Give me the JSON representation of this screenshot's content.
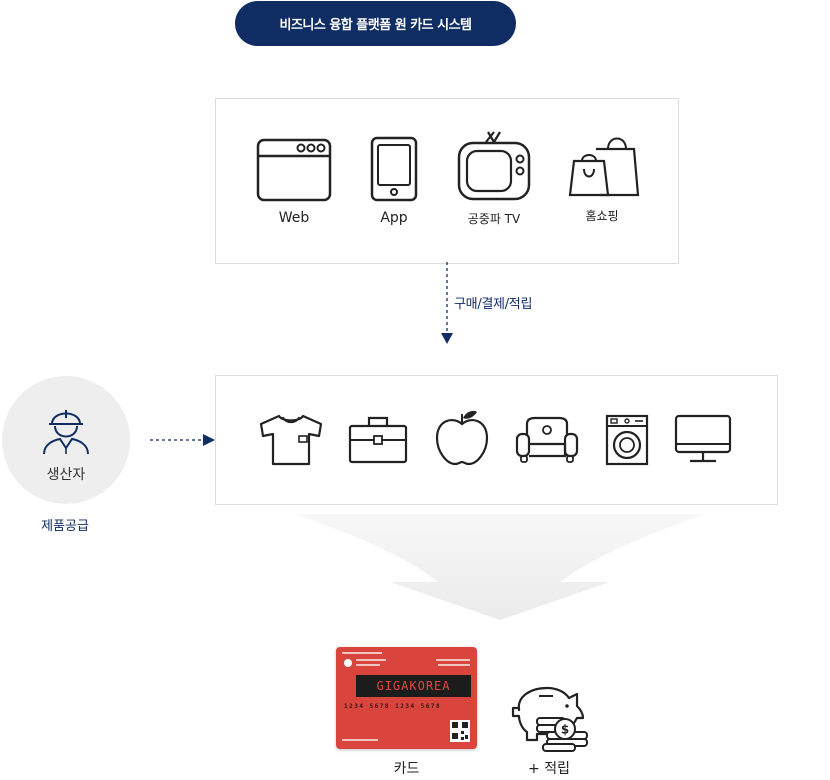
{
  "title": "비즈니스 융합 플랫폼 원 카드 시스템",
  "channels": [
    {
      "label": "Web",
      "icon": "browser-window-icon"
    },
    {
      "label": "App",
      "icon": "smartphone-icon"
    },
    {
      "label": "공중파 TV",
      "icon": "television-icon"
    },
    {
      "label": "홈쇼핑",
      "icon": "shopping-bags-icon"
    }
  ],
  "flow_label": "구매/결제/적립",
  "producer": {
    "label": "생산자",
    "icon": "worker-hardhat-icon",
    "caption": "제품공급"
  },
  "products": [
    {
      "icon": "tshirt-icon"
    },
    {
      "icon": "briefcase-icon"
    },
    {
      "icon": "apple-icon"
    },
    {
      "icon": "sofa-icon"
    },
    {
      "icon": "washing-machine-icon"
    },
    {
      "icon": "monitor-icon"
    }
  ],
  "card": {
    "brand": "GIGAKOREA",
    "number": "1234  5678  1234  5678",
    "caption": "카드"
  },
  "reward": {
    "icon": "piggy-bank-coins-icon",
    "caption": "+ 적립"
  },
  "colors": {
    "navy": "#102d63",
    "card_red": "#d9453d",
    "bg_circle": "#eeeeee"
  }
}
